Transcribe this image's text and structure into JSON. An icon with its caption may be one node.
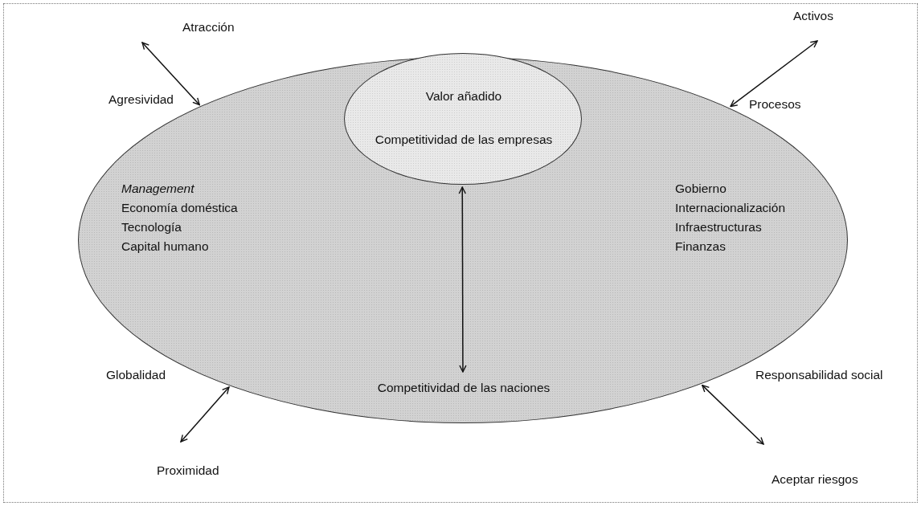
{
  "diagram": {
    "nodes": [
      {
        "text": [
          "Management",
          "Economía doméstica",
          "Tecnología",
          "Capital humano",
          "Gobierno",
          "Internacionalización",
          "Infraestructuras",
          "Finanzas"
        ]
      },
      {
        "text": [
          "Valor añadido",
          "Competitividad de las empresas"
        ],
        "in": 0
      },
      {
        "text": [
          "Competitividad de las naciones"
        ],
        "in": 0
      }
    ],
    "edges": [
      {
        "from": 1,
        "to": 2,
        "arrow": "both"
      },
      {
        "from": null,
        "to": 0,
        "arrow": "both"
      },
      {
        "from": null,
        "to": 0,
        "arrow": "both"
      },
      {
        "from": null,
        "to": 0,
        "arrow": "both"
      },
      {
        "from": null,
        "to": 0,
        "arrow": "both"
      }
    ],
    "labels": [
      "Activos",
      "Atracción",
      "Agresividad",
      "Procesos",
      "Globalidad",
      "Responsabilidad social",
      "Proximidad",
      "Aceptar riesgos"
    ]
  }
}
